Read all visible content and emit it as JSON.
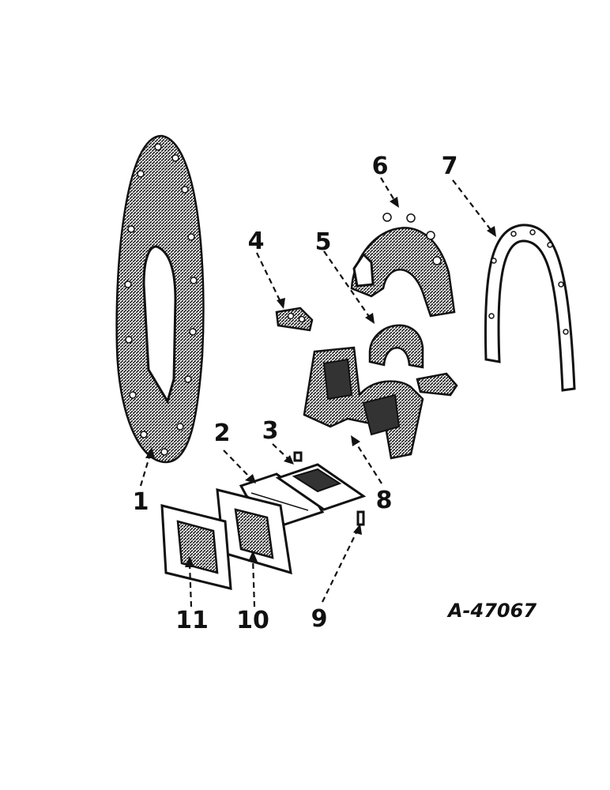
{
  "callouts": {
    "c1": "1",
    "c2": "2",
    "c3": "3",
    "c4": "4",
    "c5": "5",
    "c6": "6",
    "c7": "7",
    "c8": "8",
    "c9": "9",
    "c10": "10",
    "c11": "11"
  },
  "reference": "A-47067"
}
